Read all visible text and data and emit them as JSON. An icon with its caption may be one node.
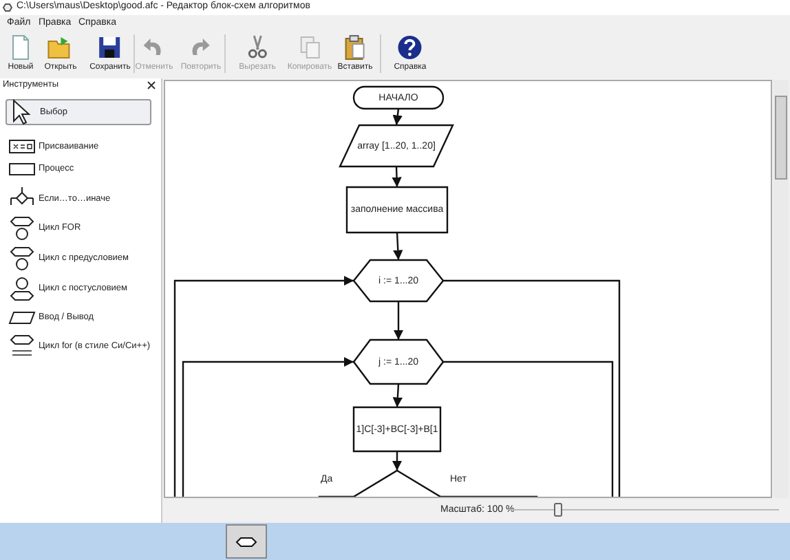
{
  "diagram": {
    "title": "C:\\Users\\maus\\Desktop\\good.afc - Редактор блок-схем алгоритмов",
    "nodes": [
      {
        "text": [
          "НАЧАЛО"
        ]
      },
      {
        "text": [
          "array [1..20, 1..20]"
        ]
      },
      {
        "text": [
          "заполнение массива"
        ]
      },
      {
        "text": [
          "i := 1...20"
        ]
      },
      {
        "text": [
          "j := 1...20"
        ]
      },
      {
        "text": [
          "1]C[-3]+BC[-3]+B[1"
        ]
      },
      {
        "text": [],
        "shape": "diamond"
      }
    ],
    "edges": [
      {
        "from": 0,
        "to": 1,
        "arrow": "to"
      },
      {
        "from": 1,
        "to": 2,
        "arrow": "to"
      },
      {
        "from": 2,
        "to": 3,
        "arrow": "to"
      },
      {
        "from": 3,
        "to": 4,
        "arrow": "to"
      },
      {
        "from": 4,
        "to": 5,
        "arrow": "to"
      },
      {
        "from": 5,
        "to": 6,
        "arrow": "to"
      },
      {
        "from": null,
        "to": 3,
        "arrow": "to"
      },
      {
        "from": 3,
        "to": null,
        "arrow": "none"
      },
      {
        "from": null,
        "to": 4,
        "arrow": "to"
      },
      {
        "from": 4,
        "to": null,
        "arrow": "none"
      },
      {
        "from": 6,
        "to": null,
        "arrow": "none",
        "label": "Да"
      },
      {
        "from": 6,
        "to": null,
        "arrow": "none",
        "label": "Нет"
      }
    ],
    "labels": [
      "Файл",
      "Правка",
      "Справка",
      "Новый",
      "Открыть",
      "Сохранить",
      "Отменить",
      "Повторить",
      "Вырезать",
      "Копировать",
      "Вставить",
      "Справка",
      "Инструменты",
      "Выбор",
      "Присваивание",
      "Процесс",
      "Если…то…иначе",
      "Цикл FOR",
      "Цикл с предусловием",
      "Цикл с постусловием",
      "Ввод / Вывод",
      "Цикл for (в стиле Си/Си++)",
      "Масштаб: 100 %"
    ]
  }
}
